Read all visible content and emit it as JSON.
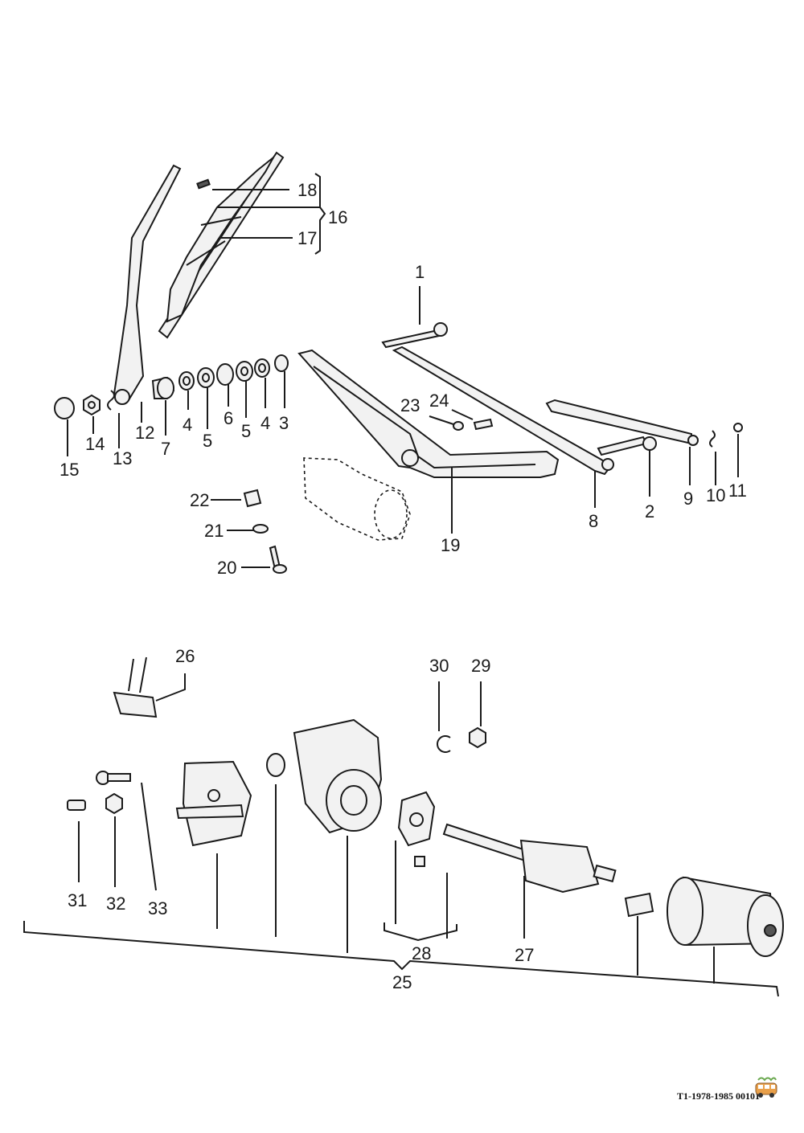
{
  "caption": "T1-1978-1985 00101",
  "callouts": {
    "c1": "1",
    "c2": "2",
    "c3": "3",
    "c4a": "4",
    "c4b": "4",
    "c5a": "5",
    "c5b": "5",
    "c6": "6",
    "c7": "7",
    "c8": "8",
    "c9": "9",
    "c10": "10",
    "c11": "11",
    "c12": "12",
    "c13": "13",
    "c14": "14",
    "c15": "15",
    "c16": "16",
    "c17": "17",
    "c18": "18",
    "c19": "19",
    "c20": "20",
    "c21": "21",
    "c22": "22",
    "c23": "23",
    "c24": "24",
    "c25": "25",
    "c26": "26",
    "c27": "27",
    "c28": "28",
    "c29": "29",
    "c30": "30",
    "c31": "31",
    "c32": "32",
    "c33": "33"
  },
  "icons": {
    "logo": "vw-bus-logo-icon"
  }
}
